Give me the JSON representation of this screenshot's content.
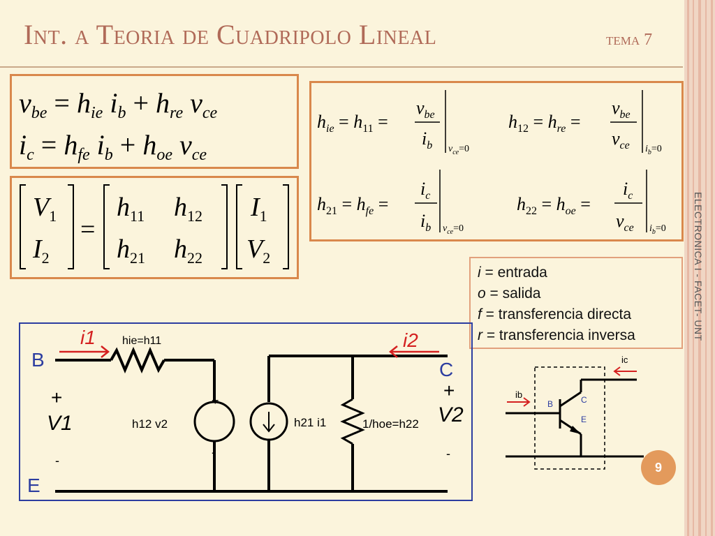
{
  "slide": {
    "title": "Int. a Teoria de Cuadripolo Lineal",
    "tema": "tema 7",
    "side_text": "ELECTRONICA I - FACET- UNT",
    "page_number": "9"
  },
  "equations": {
    "line1": "v_be = h_ie i_b + h_re v_ce",
    "line2": "i_c = h_fe i_b + h_oe v_ce"
  },
  "matrix": {
    "left": [
      "V1",
      "I2"
    ],
    "h": [
      [
        "h11",
        "h12"
      ],
      [
        "h21",
        "h22"
      ]
    ],
    "right": [
      "I1",
      "V2"
    ]
  },
  "hparams": [
    {
      "name": "h_ie = h_11",
      "num": "v_be",
      "den": "i_b",
      "cond": "v_ce = 0"
    },
    {
      "name": "h_12 = h_re",
      "num": "v_be",
      "den": "v_ce",
      "cond": "i_b = 0"
    },
    {
      "name": "h_21 = h_fe",
      "num": "i_c",
      "den": "i_b",
      "cond": "v_ce = 0"
    },
    {
      "name": "h_22 = h_oe",
      "num": "i_c",
      "den": "v_ce",
      "cond": "i_b = 0"
    }
  ],
  "legend": [
    {
      "key": "i",
      "value": " = entrada"
    },
    {
      "key": "o",
      "value": " = salida"
    },
    {
      "key": "f",
      "value": " = transferencia directa"
    },
    {
      "key": "r",
      "value": " = transferencia inversa"
    }
  ],
  "circuit": {
    "B": "B",
    "C": "C",
    "E": "E",
    "i1": "i1",
    "i2": "i2",
    "hie": "hie=h11",
    "h12v2": "h12 v2",
    "h21i1": "h21 i1",
    "hoe": "1/hoe=h22",
    "V1": "V1",
    "V2": "V2",
    "plus": "+",
    "minus": "-"
  },
  "transistor": {
    "ic": "ic",
    "ib": "ib",
    "B": "B",
    "C": "C",
    "E": "E"
  },
  "colors": {
    "accent": "#d9884c",
    "title": "#b06a58",
    "circuit_border": "#2c3da0",
    "arrow": "#d42020"
  }
}
